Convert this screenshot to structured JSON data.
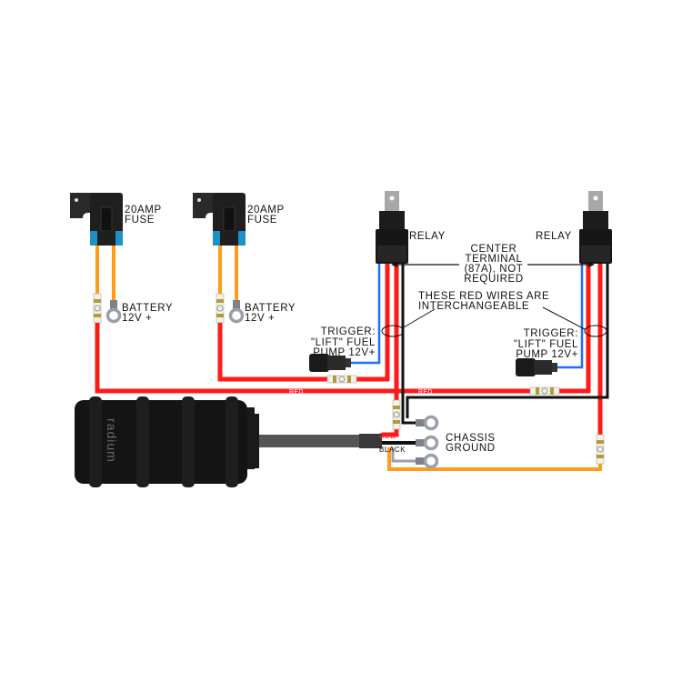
{
  "labels": {
    "fuse1": [
      "20AMP",
      "FUSE"
    ],
    "fuse2": [
      "20AMP",
      "FUSE"
    ],
    "battery1": [
      "BATTERY",
      "12V +"
    ],
    "battery2": [
      "BATTERY",
      "12V +"
    ],
    "relay1": "RELAY",
    "relay2": "RELAY",
    "center_terminal": [
      "CENTER",
      "TERMINAL",
      "(87A), NOT",
      "REQUIRED"
    ],
    "interchangeable": [
      "THESE RED WIRES ARE",
      "INTERCHANGEABLE"
    ],
    "trigger1": [
      "TRIGGER:",
      "\"LIFT\" FUEL",
      "PUMP 12V+"
    ],
    "trigger2": [
      "TRIGGER:",
      "\"LIFT\" FUEL",
      "PUMP 12V+"
    ],
    "chassis_ground": [
      "CHASSIS",
      "GROUND"
    ],
    "wire_red_1": "RED",
    "wire_red_2": "RED",
    "pump_red": "RED",
    "pump_black": "BLACK",
    "brand": "radium"
  },
  "colors": {
    "red_wire": "#ff1a1a",
    "orange_wire": "#ff9a1a",
    "blue_wire": "#1a6fff",
    "black_wire": "#111111",
    "grey_wire": "#9aa0aa",
    "fuse_band": "#1e90c8"
  }
}
